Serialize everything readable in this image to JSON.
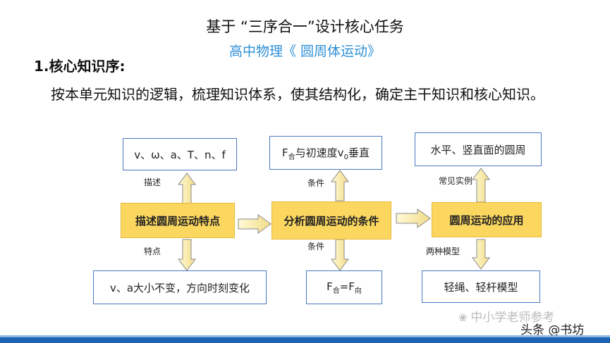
{
  "header": {
    "title": "基于 “三序合一”设计核心任务",
    "subtitle": "高中物理《 圆周体运动》"
  },
  "section": {
    "heading": "1.核心知识序:",
    "description": "按本单元知识的逻辑，梳理知识体系，使其结构化，确定主干知识和核心知识。"
  },
  "diagram": {
    "main_nodes": [
      {
        "label": "描述圆周运动特点"
      },
      {
        "label": "分析圆周运动的条件"
      },
      {
        "label": "圆周运动的应用"
      }
    ],
    "top_boxes": [
      {
        "label": "v、ω、a、T、n、f"
      },
      {
        "label_main": "F",
        "label_sub": "合",
        "label_mid": "与初速度v",
        "label_sub2": "0",
        "label_end": "垂直"
      },
      {
        "label": "水平、竖直面的圆周"
      }
    ],
    "bottom_boxes": [
      {
        "label": "v、a大小不变，方向时刻变化"
      },
      {
        "a": "F",
        "a_sub": "合",
        "eq": "=F",
        "b_sub": "向"
      },
      {
        "label": "轻绳、轻杆模型"
      }
    ],
    "edge_labels": {
      "up1": "描述",
      "down1": "特点",
      "up2": "条件",
      "down2": "条件",
      "up3": "常见实例",
      "down3": "两种模型"
    }
  },
  "watermark": {
    "source": "中小学老师参考",
    "platform": "头条 @书坊"
  },
  "colors": {
    "accent_blue": "#2e8fd6",
    "box_border": "#4a78c2",
    "main_fill": "#fbd760",
    "footer": "#1f63b5"
  }
}
